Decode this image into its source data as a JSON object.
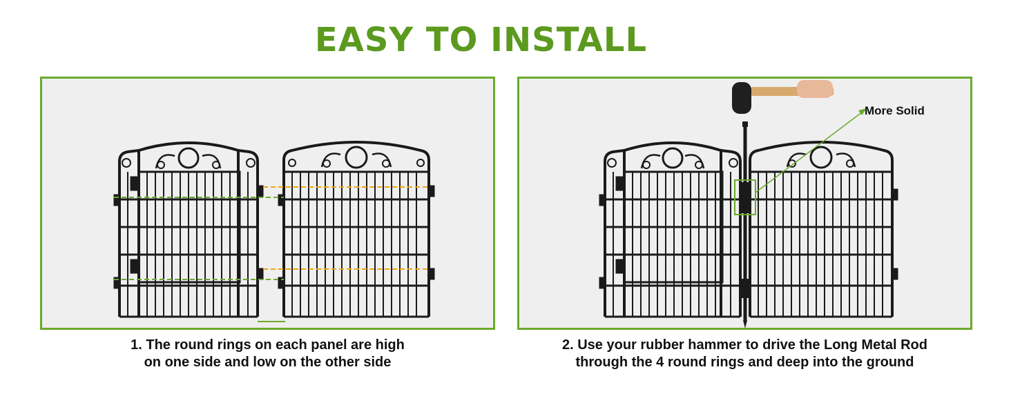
{
  "title": "EASY TO INSTALL",
  "colors": {
    "accent_green": "#5b9a1e",
    "frame_green": "#6aaa2c",
    "guide_orange": "#f2a30f",
    "iron": "#1a1a1a"
  },
  "step1": {
    "line1": "1. The round rings on each panel are high",
    "line2": "on one side and low on the other side"
  },
  "step2": {
    "line1": "2. Use your rubber hammer to drive the Long Metal Rod",
    "line2": "through the 4 round rings and deep into the ground",
    "callout": "More Solid"
  }
}
